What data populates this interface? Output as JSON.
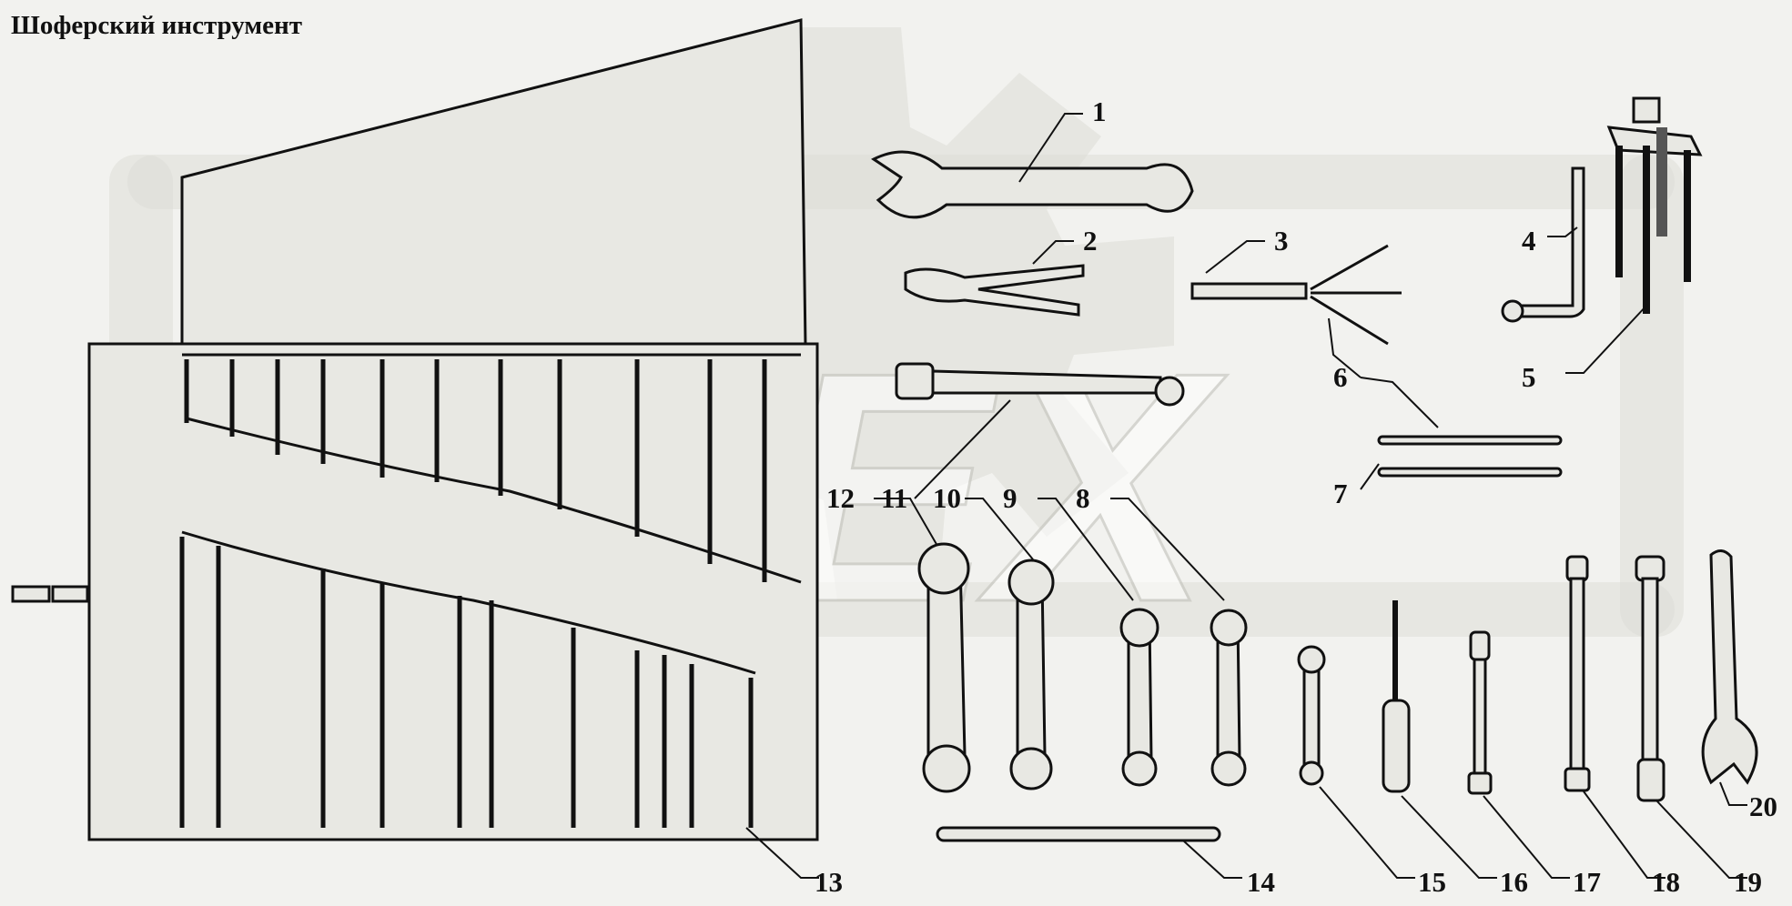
{
  "title": "Шоферский инструмент",
  "callouts": {
    "n1": "1",
    "n2": "2",
    "n3": "3",
    "n4": "4",
    "n5": "5",
    "n6": "6",
    "n7": "7",
    "n8": "8",
    "n9": "9",
    "n10": "10",
    "n11": "11",
    "n12": "12",
    "n13": "13",
    "n14": "14",
    "n15": "15",
    "n16": "16",
    "n17": "17",
    "n18": "18",
    "n19": "19",
    "n20": "20"
  },
  "colors": {
    "ink": "#111111",
    "paper": "#f2f2ef",
    "watermark": "#dcdcd6"
  },
  "watermark": {
    "text": "OPEX"
  }
}
